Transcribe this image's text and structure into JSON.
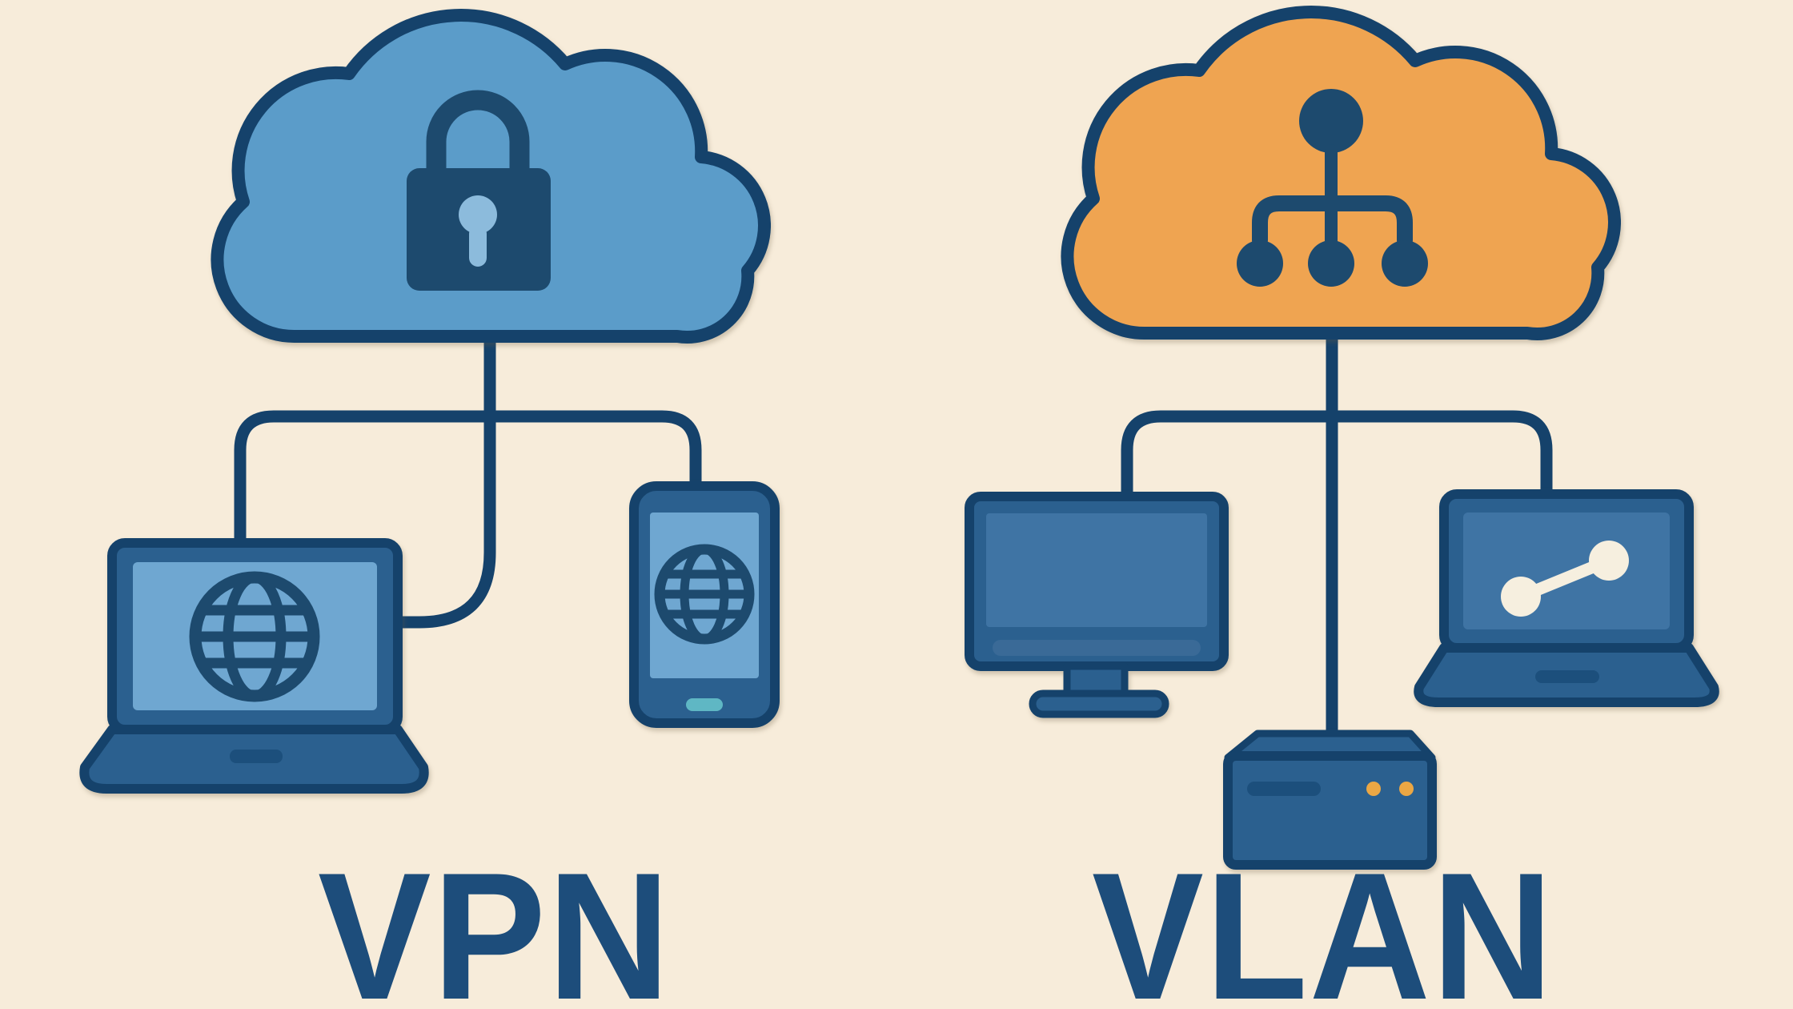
{
  "labels": {
    "vpn": "VPN",
    "vlan": "VLAN"
  },
  "panels": [
    {
      "name": "vpn",
      "label": "VPN",
      "cloud_icon": "lock-icon",
      "cloud_color": "#5b9cc9",
      "connected_devices": [
        "laptop with globe icon",
        "smartphone with globe icon"
      ]
    },
    {
      "name": "vlan",
      "label": "VLAN",
      "cloud_icon": "hierarchy-icon",
      "cloud_color": "#efa451",
      "connected_devices": [
        "desktop monitor",
        "laptop with link icon",
        "network switch with two status LEDs"
      ]
    }
  ],
  "switch_led_count": 2,
  "palette": {
    "bg": "#f7ecda",
    "line_navy": "#15426b",
    "icon_navy": "#1d4a6e",
    "cloud_blue": "#5b9cc9",
    "cloud_orange": "#efa451",
    "device_blue": "#2b608f",
    "screen_light": "#6fa7d1",
    "screen_steel": "#3f74a4",
    "chin_stripe": "#3a6a97",
    "slot_navy": "#1c4f7c",
    "keyhole_blue": "#8cbbdc",
    "home_button_teal": "#5fb7c4",
    "led_orange": "#eba744",
    "icon_cream": "#f6efdf",
    "label_navy": "#1d4d7b"
  }
}
